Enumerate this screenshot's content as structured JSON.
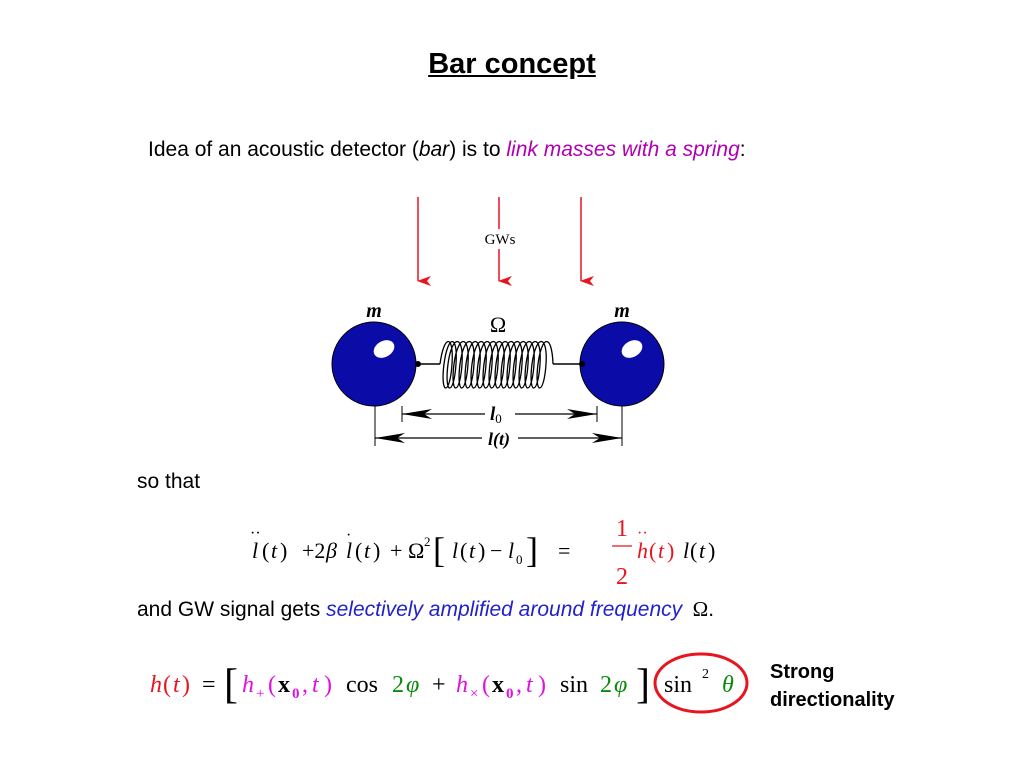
{
  "title": "Bar concept",
  "intro": {
    "text_before": "Idea of an acoustic detector (",
    "bar_word": "bar",
    "text_mid": ") is to ",
    "highlight": "link masses with a spring",
    "text_after": ":"
  },
  "diagram": {
    "gws_label": "GWs",
    "mass_left": "m",
    "mass_right": "m",
    "spring_label": "Ω",
    "l0_label": "l",
    "l0_subscript": "0",
    "lt_label": "l(t)",
    "arrow_color": "#e8141e",
    "mass_color": "#0b0ba8"
  },
  "so_that": "so that",
  "signal_line": {
    "text_before": "and GW signal gets ",
    "highlight": "selectively amplified around frequency",
    "symbol": "Ω",
    "text_after": "."
  },
  "note": {
    "line1": "Strong",
    "line2": "directionality"
  },
  "colors": {
    "highlight_magenta": "#b000b0",
    "highlight_blue": "#2222cc",
    "equation_red": "#e8141e",
    "equation_magenta": "#e010e0",
    "equation_green": "#0a8a0a",
    "circle": "#e8141e"
  }
}
